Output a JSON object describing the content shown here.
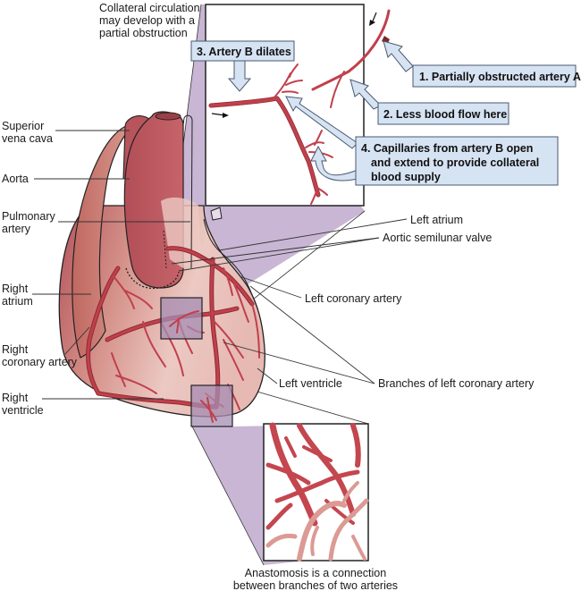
{
  "title": "Collateral circulation may develop with a partial obstruction",
  "title_lines": [
    "Collateral circulation",
    "may develop with a",
    "partial obstruction"
  ],
  "callouts": {
    "step1": "1. Partially obstructed artery A",
    "step2": "2. Less blood flow here",
    "step3": "3. Artery B dilates",
    "step4_lines": [
      "4. Capillaries from artery B open",
      "and extend to provide collateral",
      "blood supply"
    ]
  },
  "left_labels": {
    "superior_vena_cava": [
      "Superior",
      "vena cava"
    ],
    "aorta": [
      "Aorta"
    ],
    "pulmonary_artery": [
      "Pulmonary",
      "artery"
    ],
    "right_atrium": [
      "Right",
      "atrium"
    ],
    "right_coronary_artery": [
      "Right",
      "coronary artery"
    ],
    "right_ventricle": [
      "Right",
      "ventricle"
    ]
  },
  "right_labels": {
    "left_atrium": "Left atrium",
    "aortic_semilunar_valve": "Aortic semilunar valve",
    "left_coronary_artery": "Left coronary artery",
    "left_ventricle": "Left ventricle",
    "branches_left_coronary": "Branches of left coronary artery"
  },
  "caption_lines": [
    "Anastomosis is a connection",
    "between branches of two arteries"
  ],
  "colors": {
    "heart_dark": "#b8545c",
    "heart_light": "#e9c3bf",
    "artery": "#c0404c",
    "magnify_fill": "#c9b6d4",
    "callout_fill": "#d6e3f3",
    "anastomosis_dark": "#c4464f",
    "anastomosis_light": "#dc9a94"
  }
}
